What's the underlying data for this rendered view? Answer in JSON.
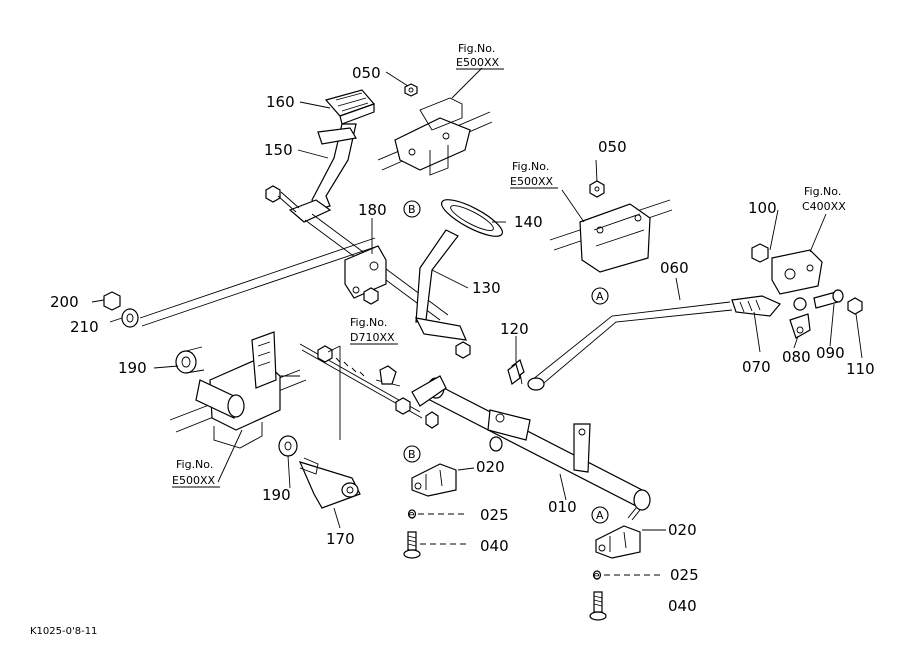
{
  "labels": {
    "p050a": "050",
    "p160": "160",
    "p150": "150",
    "p180": "180",
    "p140": "140",
    "p130": "130",
    "p200": "200",
    "p210": "210",
    "p190a": "190",
    "p190b": "190",
    "p170": "170",
    "p120": "120",
    "p050b": "050",
    "p100": "100",
    "p060": "060",
    "p070": "070",
    "p080": "080",
    "p090": "090",
    "p110": "110",
    "p020a": "020",
    "p020b": "020",
    "p025a": "025",
    "p025b": "025",
    "p040a": "040",
    "p040b": "040",
    "p010": "010"
  },
  "fig_refs": [
    {
      "title": "Fig.No.",
      "code": "E500XX"
    },
    {
      "title": "Fig.No.",
      "code": "E500XX"
    },
    {
      "title": "Fig.No.",
      "code": "C400XX"
    },
    {
      "title": "Fig.No.",
      "code": "D710XX"
    },
    {
      "title": "Fig.No.",
      "code": "E500XX"
    }
  ],
  "callouts": {
    "a1": "A",
    "a2": "A",
    "b1": "B",
    "b2": "B"
  },
  "drawing_code": "K1025-0'8-11"
}
